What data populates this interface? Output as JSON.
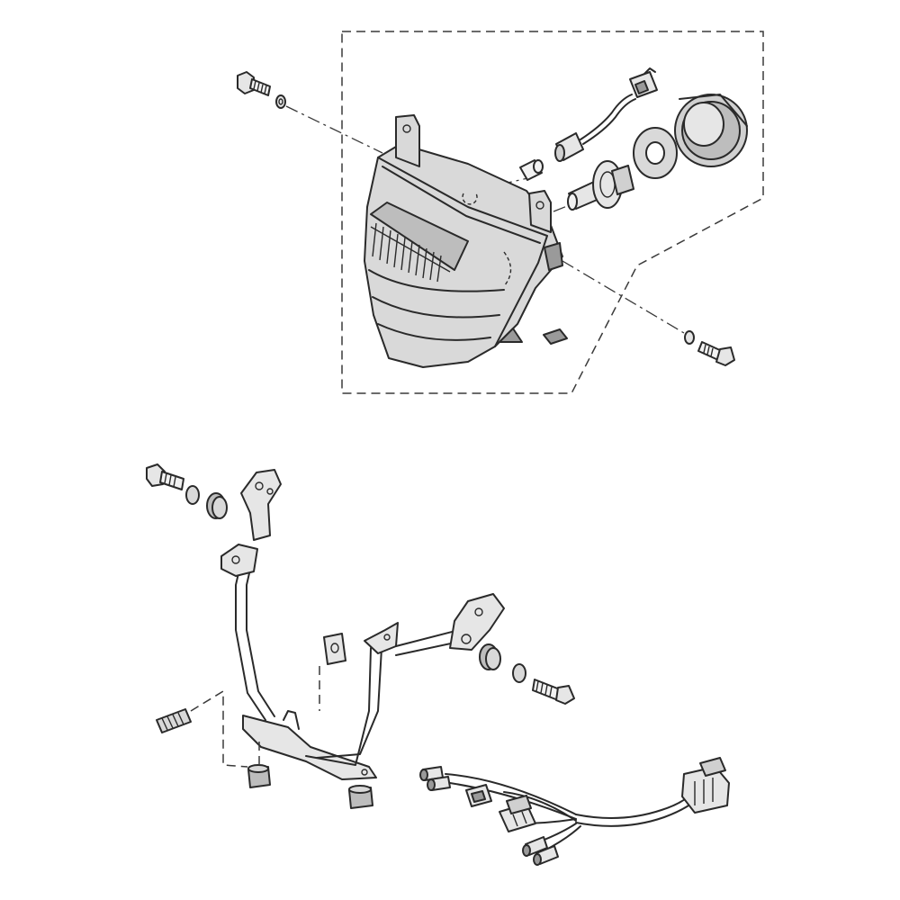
{
  "diagram": {
    "type": "exploded-parts-diagram",
    "groups": [
      "headlight-assembly",
      "headlight-stay-bracket",
      "wiring-harness"
    ]
  },
  "colors": {
    "line": "#2a2a2a",
    "lens_fill": "#d9d9d9",
    "part_fill": "#e6e6e6",
    "dark_fill": "#9a9a9a",
    "background": "#ffffff"
  }
}
